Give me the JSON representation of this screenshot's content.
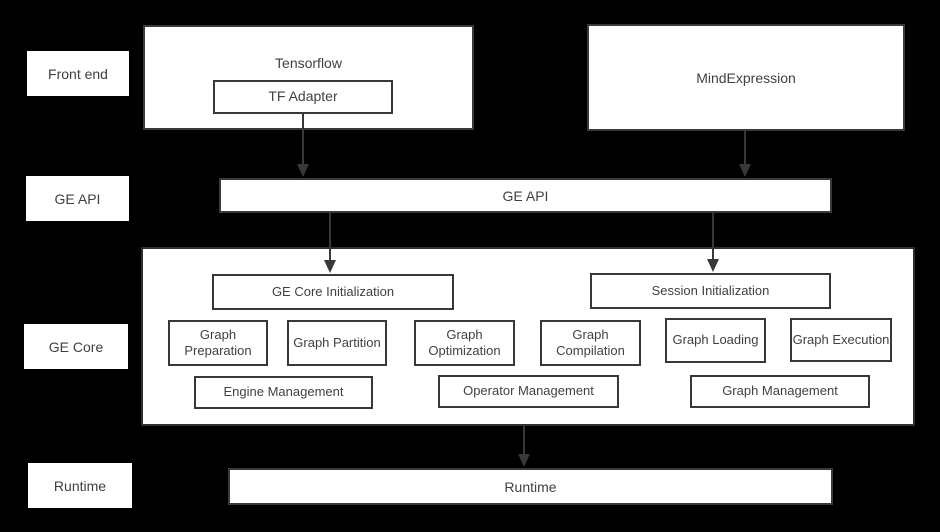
{
  "colors": {
    "background": "#000000",
    "box_fill": "#ffffff",
    "box_border": "#383838",
    "text": "#414141",
    "arrow": "#383838"
  },
  "side_labels": {
    "front_end": "Front end",
    "ge_api": "GE API",
    "ge_core": "GE Core",
    "runtime": "Runtime"
  },
  "front_end": {
    "tensorflow": "Tensorflow",
    "tf_adapter": "TF Adapter",
    "mindexpression": "MindExpression"
  },
  "ge_api": {
    "bar": "GE API"
  },
  "ge_core": {
    "init": "GE Core Initialization",
    "session_init": "Session Initialization",
    "modules": [
      "Graph Preparation",
      "Graph Partition",
      "Graph Optimization",
      "Graph Compilation",
      "Graph Loading",
      "Graph Execution"
    ],
    "managers": [
      "Engine Management",
      "Operator Management",
      "Graph Management"
    ]
  },
  "runtime": {
    "bar": "Runtime"
  }
}
